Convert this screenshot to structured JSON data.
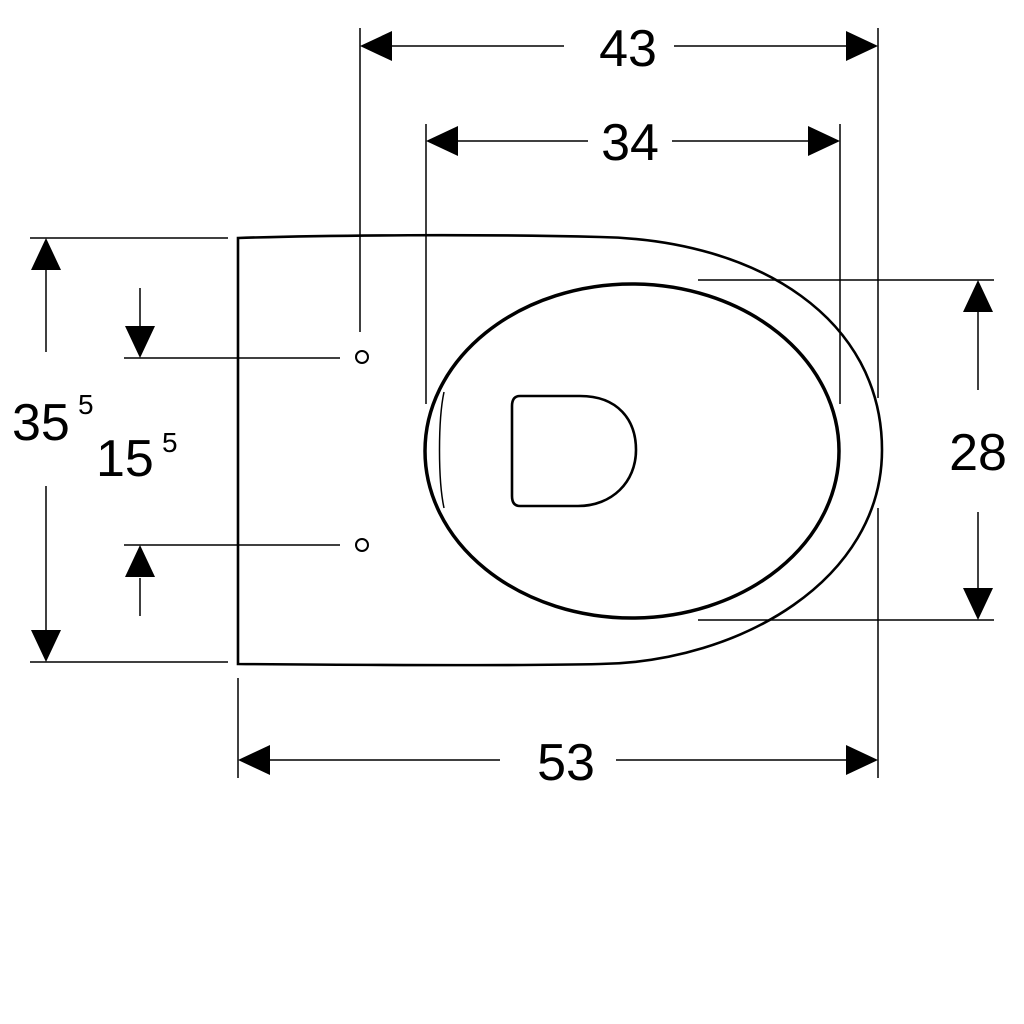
{
  "dimensions": {
    "top_outer": "43",
    "top_inner": "34",
    "bottom_length": "53",
    "right_height": "28",
    "left_outer": {
      "value": "35",
      "superscript": "5"
    },
    "left_inner": {
      "value": "15",
      "superscript": "5"
    }
  }
}
